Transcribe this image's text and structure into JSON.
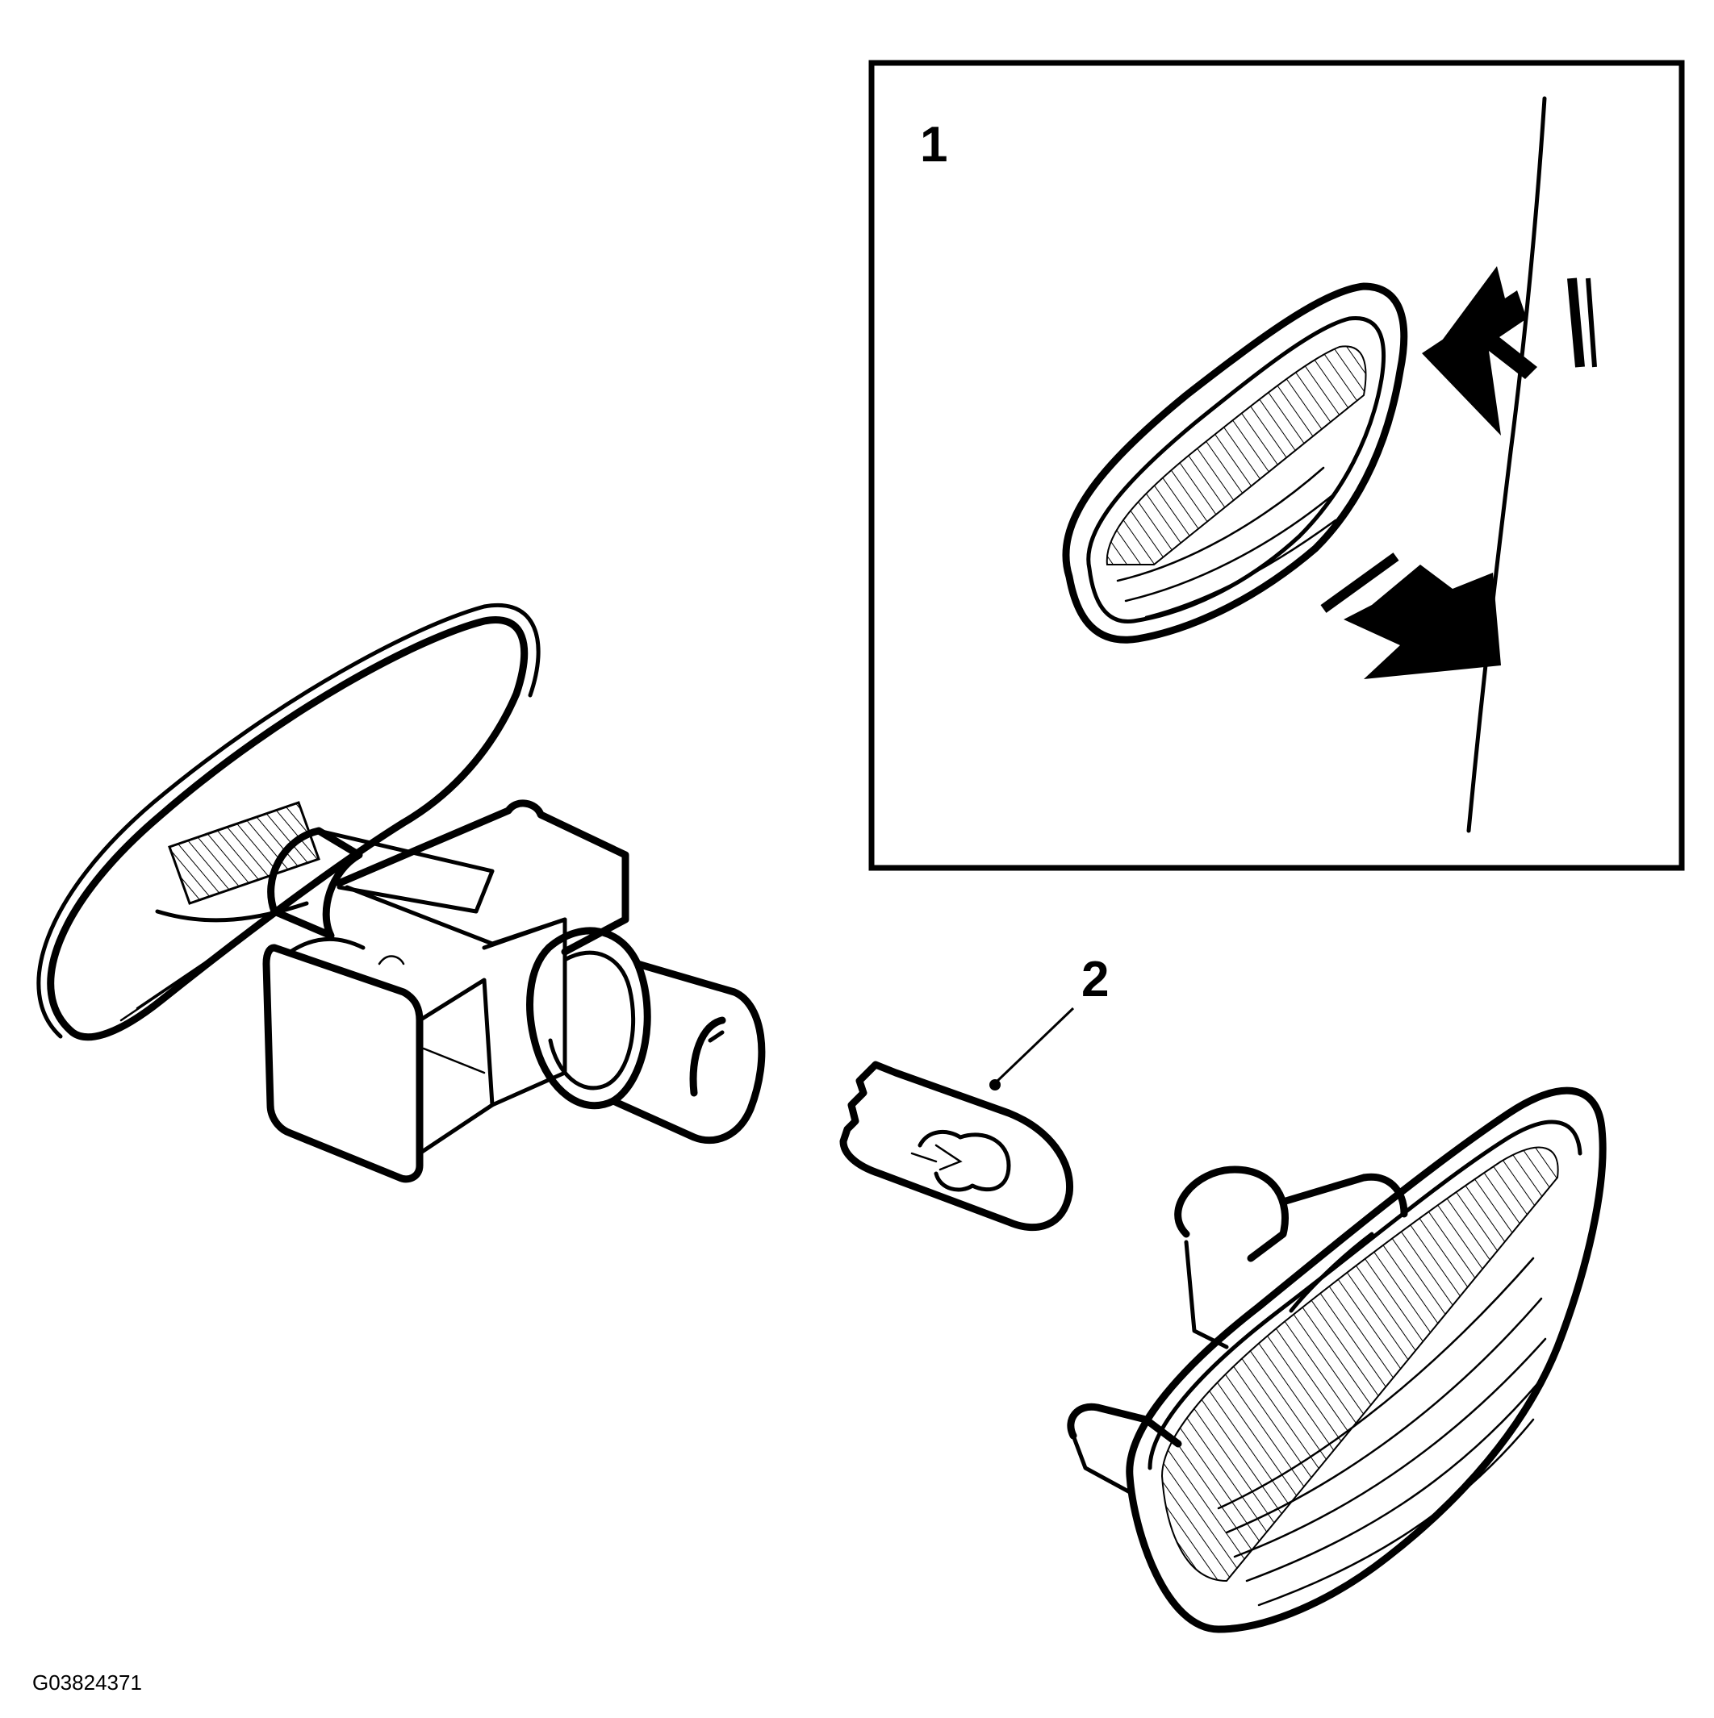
{
  "diagram": {
    "callouts": [
      {
        "id": "1",
        "label": "1"
      },
      {
        "id": "2",
        "label": "2"
      }
    ],
    "figure_id": "G03824371",
    "colors": {
      "ink": "#000000",
      "background": "#ffffff"
    }
  }
}
